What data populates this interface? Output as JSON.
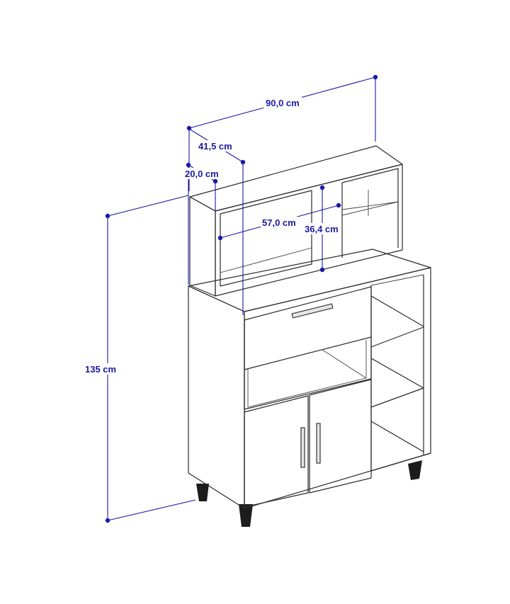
{
  "diagram": {
    "dimensions": {
      "total_width": "90,0 cm",
      "depth": "41,5 cm",
      "top_depth": "20,0 cm",
      "inner_width": "57,0 cm",
      "inner_height": "36,4 cm",
      "total_height": "135 cm"
    },
    "colors": {
      "dimension": "#1a1aa6",
      "outline": "#2a2a2a",
      "legs": "#1c1c1c"
    }
  }
}
